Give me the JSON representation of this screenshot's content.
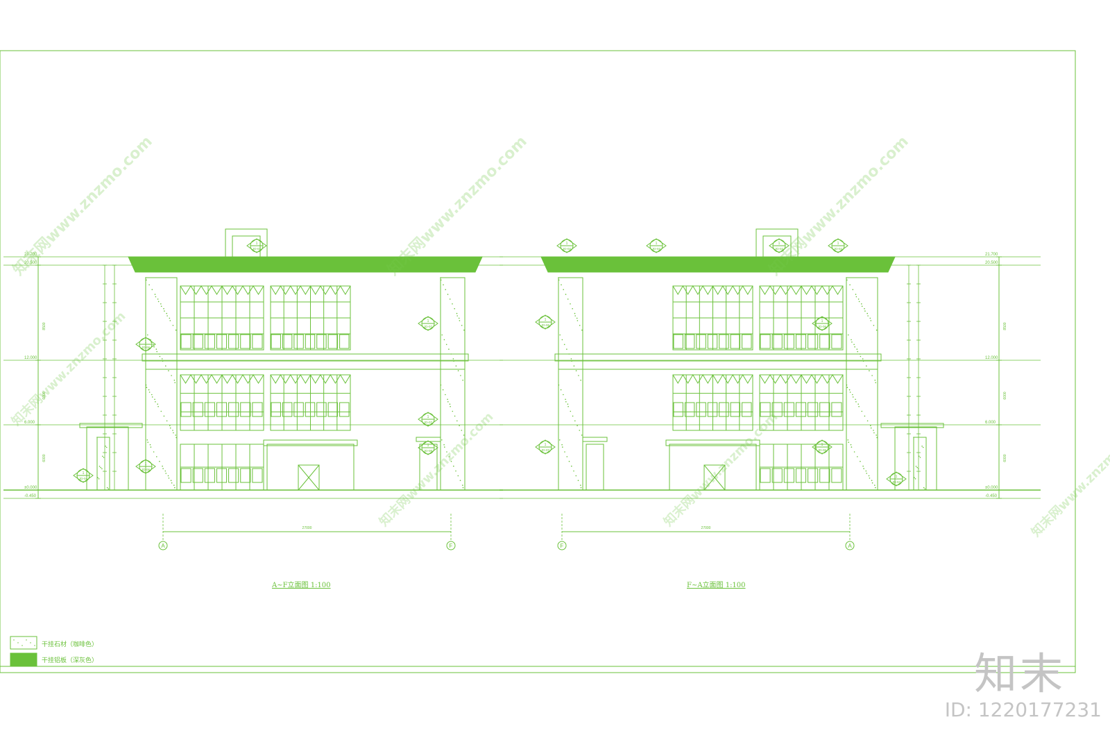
{
  "drawing": {
    "colors": {
      "line": "#6ac13a",
      "fill": "#6ac13a",
      "brand": "#c4c4c4"
    },
    "elevation_labels_left": [
      "21.700",
      "20.500",
      "12.000",
      "6.000",
      "±0.000",
      "-0.450"
    ],
    "elevation_labels_right": [
      "21.700",
      "20.500",
      "12.000",
      "6.000",
      "±0.000",
      "-0.450"
    ],
    "axis_labels_left": [
      "A",
      "F"
    ],
    "axis_labels_right": [
      "F",
      "A"
    ],
    "callout_top": "1",
    "callout_codes": [
      "JD-02",
      "JD-04",
      "JD-06",
      "JD-07",
      "JD-08"
    ],
    "dimension_total": "27000",
    "titles": {
      "left": "A~F立面图 1:100",
      "right": "F~A立面图 1:100"
    }
  },
  "legend": [
    {
      "label": "干挂石材（咖啡色）",
      "swatch": "stone-pattern"
    },
    {
      "label": "干挂铝板（深灰色）",
      "swatch": "solid-green"
    }
  ],
  "watermark": {
    "text": "知末网www.znzmo.com"
  },
  "brand": {
    "logo_text": "知末",
    "id_text": "ID: 1220177231"
  }
}
